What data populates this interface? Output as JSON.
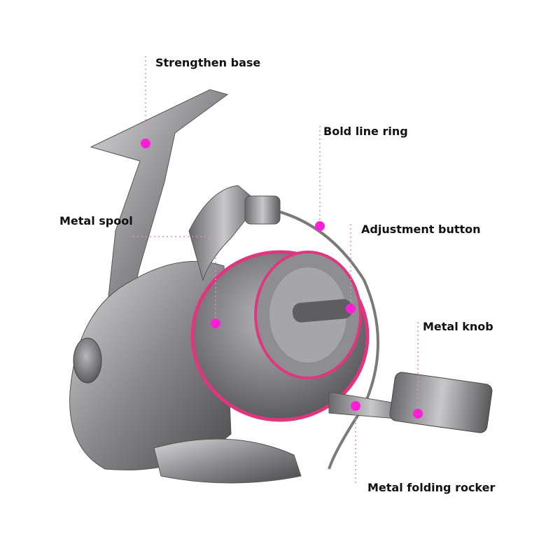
{
  "colors": {
    "accent": "#ff1fd6",
    "guide": "#e58ac9",
    "metal": "#8e8e90",
    "ring": "#e0357f"
  },
  "callouts": [
    {
      "id": "strengthen-base",
      "label": "Strengthen base"
    },
    {
      "id": "bold-line-ring",
      "label": "Bold line ring"
    },
    {
      "id": "metal-spool",
      "label": "Metal spool"
    },
    {
      "id": "adjustment-button",
      "label": "Adjustment button"
    },
    {
      "id": "metal-knob",
      "label": "Metal knob"
    },
    {
      "id": "metal-folding-rocker",
      "label": "Metal folding rocker"
    }
  ]
}
